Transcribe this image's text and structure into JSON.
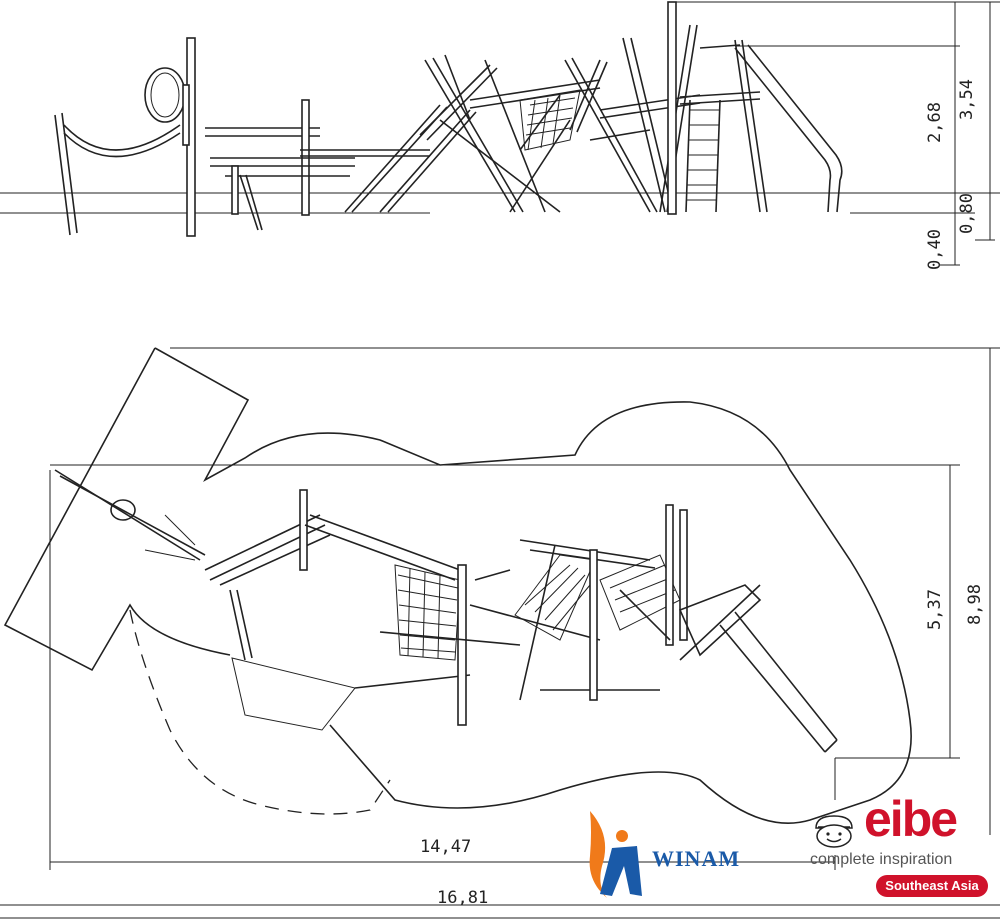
{
  "dimensions": {
    "side_height_total": "3,54",
    "side_height_platform": "2,68",
    "side_depth_ground": "0,80",
    "side_depth_footing": "0,40",
    "plan_width_inner": "14,47",
    "plan_width_outer": "16,81",
    "plan_depth_inner": "5,37",
    "plan_depth_outer": "8,98"
  },
  "logos": {
    "winam_text": "WINAM",
    "eibe_word": "eibe",
    "eibe_tagline": "complete inspiration",
    "eibe_region": "Southeast Asia",
    "eibe_color": "#d0122b",
    "winam_blue": "#1a5aa8",
    "winam_orange": "#f07a1a"
  }
}
